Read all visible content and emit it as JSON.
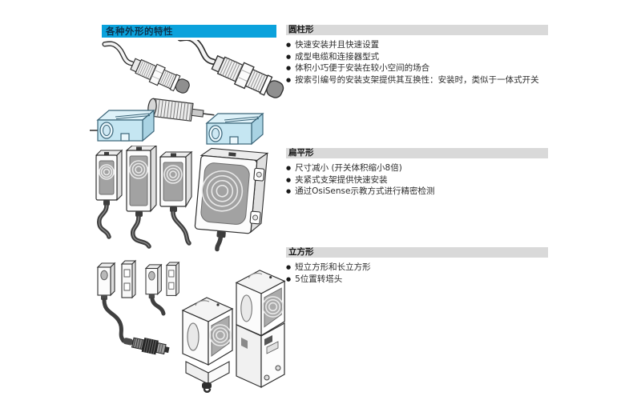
{
  "header": {
    "title": "各种外形的特性"
  },
  "ui": {
    "bullet": "●"
  },
  "sections": [
    {
      "title": "圆柱形",
      "bullets": [
        "快速安装并且快速设置",
        "成型电缆和连接器型式",
        "体积小巧便于安装在较小空间的场合",
        "按索引编号的安装支架提供其互换性：安装时，类似于一体式开关"
      ]
    },
    {
      "title": "扁平形",
      "bullets": [
        "尺寸减小 (开关体积缩小8倍)",
        "夹紧式支架提供快速安装",
        "通过OsiSense示教方式进行精密检测"
      ]
    },
    {
      "title": "立方形",
      "bullets": [
        "短立方形和长立方形",
        "5位置转塔头"
      ]
    }
  ],
  "illustrations": {
    "cylindrical": "cylindrical-threaded-sensors-with-cables-and-blue-mounting-clamps",
    "flat": "four-flat-proximity-sensors-with-cables",
    "cubic": "cubic-sensors-with-mounting-plates-m12-connector-short-and-long-cubes"
  },
  "colors": {
    "header_bg": "#0ba2dc",
    "header_text": "#0d3550",
    "section_bar_bg": "#d9d9d9",
    "body_text": "#2d2d2d",
    "clamp_blue": "#c5e6f2",
    "sensor_face_gray": "#a2a2a2",
    "outline": "#2e2e2e",
    "page_bg": "#ffffff"
  }
}
